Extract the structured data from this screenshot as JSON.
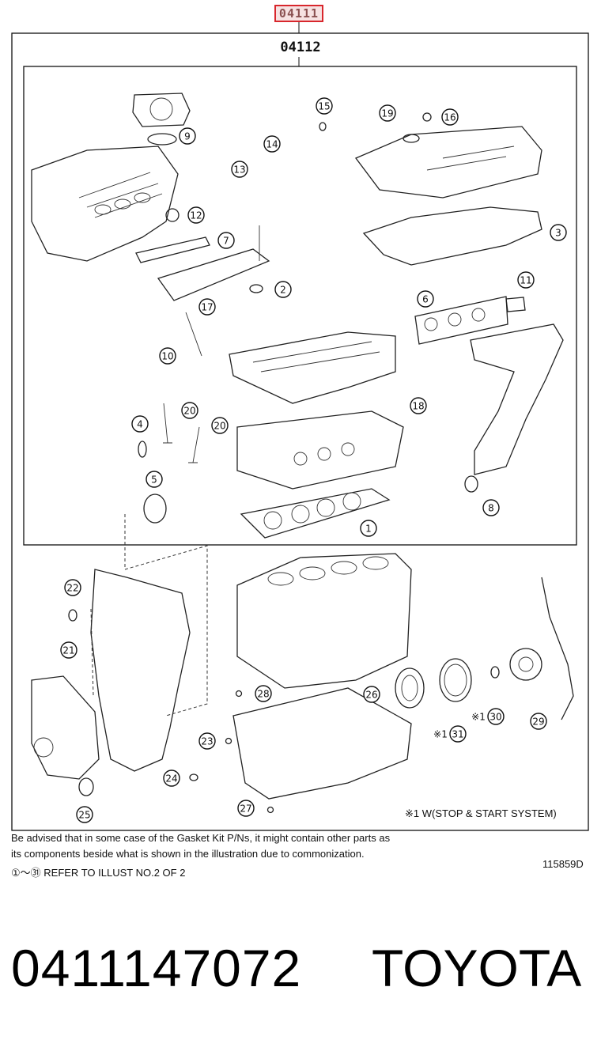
{
  "header": {
    "assembly_code": "04111",
    "subassembly_code": "04112"
  },
  "callouts": [
    {
      "num": "1"
    },
    {
      "num": "2"
    },
    {
      "num": "3"
    },
    {
      "num": "4"
    },
    {
      "num": "5"
    },
    {
      "num": "6"
    },
    {
      "num": "7"
    },
    {
      "num": "8"
    },
    {
      "num": "9"
    },
    {
      "num": "10"
    },
    {
      "num": "11"
    },
    {
      "num": "12"
    },
    {
      "num": "13"
    },
    {
      "num": "14"
    },
    {
      "num": "15"
    },
    {
      "num": "16"
    },
    {
      "num": "17"
    },
    {
      "num": "18"
    },
    {
      "num": "19"
    },
    {
      "num": "20"
    },
    {
      "num": "20"
    },
    {
      "num": "21"
    },
    {
      "num": "22"
    },
    {
      "num": "23"
    },
    {
      "num": "24"
    },
    {
      "num": "25"
    },
    {
      "num": "26"
    },
    {
      "num": "27"
    },
    {
      "num": "28"
    },
    {
      "num": "29"
    },
    {
      "num": "30",
      "prefix": "※1"
    },
    {
      "num": "31",
      "prefix": "※1"
    }
  ],
  "footnote": "※1 W(STOP & START SYSTEM)",
  "notes": {
    "line1": "Be advised that in some case of the Gasket Kit P/Ns,  it might contain other parts as",
    "line2": "its components beside what is shown in the illustration due to commonization.",
    "line3": "①～㉛ REFER TO ILLUST NO.2 OF 2"
  },
  "illustration_id": "115859D",
  "product": {
    "part_number": "0411147072",
    "brand": "TOYOTA"
  }
}
